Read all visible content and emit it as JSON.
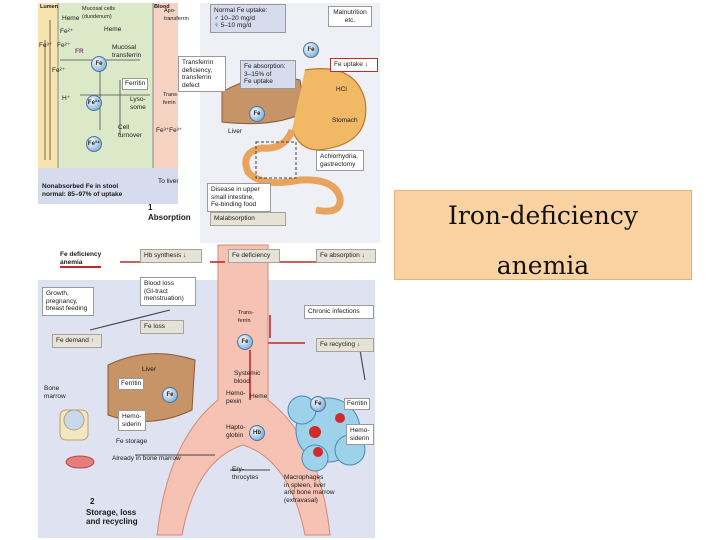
{
  "callout": {
    "line1": "Iron-deficiency",
    "line2": "anemia"
  },
  "top_left": {
    "lumen": "Lumen",
    "mucosal_cells": "Mucosal cells\n(duodenum)",
    "blood": "Blood",
    "apo_transferrin": "Apo-\ntransferrin",
    "heme1": "Heme",
    "heme2": "Heme",
    "fe2_1": "Fe²⁺",
    "fe3_1": "Fe³⁺",
    "fe2_2": "Fe²⁺",
    "fr": "FR",
    "fe2_3": "Fe²⁺",
    "h_plus": "H⁺",
    "mucosal_transferrin": "Mucosal\ntransferrin",
    "fe_a": "Fe",
    "ferritin": "Ferritin",
    "fe3_circle": "Fe³⁺",
    "lysosome": "Lyso-\nsome",
    "transferrin": "Trans-\nferrin",
    "cell_turnover": "Cell\nturnover",
    "fe3_pair": "Fe³⁺Fe³⁺",
    "fe3_low": "Fe³⁺",
    "to_liver": "To liver",
    "nonabsorbed": "Nonabsorbed Fe in stool\nnormal: 85–97% of uptake",
    "absorption_num": "1",
    "absorption": "Absorption"
  },
  "top_right": {
    "normal_uptake": "Normal Fe uptake:\n♂ 10–20 mg/d\n♀ 5–10 mg/d",
    "malnutrition": "Malnutrition\netc.",
    "fe_top": "Fe",
    "transferrin_deficiency": "Transferrin\ndeficiency,\ntransferrin\ndefect",
    "fe_absorption": "Fe absorption:\n3–15% of\nFe uptake",
    "fe_uptake_box": "Fe uptake ↓",
    "hcl": "HCl",
    "fe_liver": "Fe",
    "liver": "Liver",
    "stomach": "Stomach",
    "achlorhydria": "Achlorhydria,\ngastrectomy",
    "disease_upper": "Disease in upper\nsmall intestine,\nFe-binding food",
    "malabsorption": "Malabsorption"
  },
  "middle_row": {
    "fe_deficiency_anemia": "Fe deficiency\nanemia",
    "hb_synthesis": "Hb synthesis ↓",
    "fe_deficiency": "Fe deficiency",
    "fe_absorption_low": "Fe absorption ↓"
  },
  "bottom": {
    "blood_loss": "Blood loss\n(GI-tract\nmenstruation)",
    "growth": "Growth,\npregnancy,\nbreast feeding",
    "fe_loss": "Fe loss",
    "transferrin": "Trans-\nferrin",
    "fe_center": "Fe",
    "chronic_infections": "Chronic infections",
    "fe_demand": "Fe demand ↑",
    "fe_recycling": "Fe recycling ↓",
    "liver": "Liver",
    "ferritin": "Ferritin",
    "fe_liver": "Fe",
    "systemic_blood": "Systemic\nblood",
    "hemopexin": "Hemo-\npexin",
    "heme": "Heme",
    "bone_marrow": "Bone\nmarrow",
    "hemosiderin": "Hemo-\nsiderin",
    "fe_storage": "Fe storage",
    "haptoglobin": "Hapto-\nglobin",
    "hb": "Hb",
    "fe_mac": "Fe",
    "ferritin_mac": "Ferritin",
    "hemosiderin_mac": "Hemo-\nsiderin",
    "already_marrow": "Already in bone marrow",
    "erythrocytes": "Ery-\nthrocytes",
    "macrophages": "Macrophages\nin spleen, liver\nand bone marrow\n(extravasal)",
    "storage_num": "2",
    "storage": "Storage, loss\nand recycling"
  },
  "colors": {
    "callout_fill": "#fbd3a2",
    "panel_pink": "#f6d2c2",
    "panel_green": "#dce9c8",
    "panel_blue": "#d6dcee",
    "arrow_red": "#c22a2a"
  }
}
